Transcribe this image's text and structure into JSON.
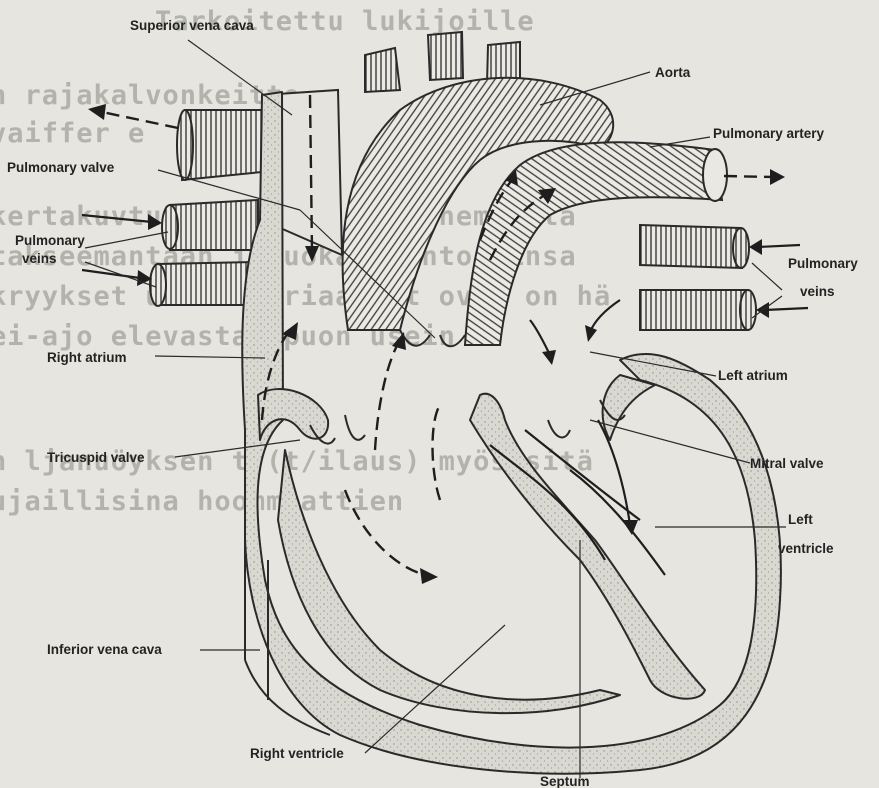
{
  "background_text": [
    "Tarkoitettu lukijoille",
    "n  rajakalvonkeitto",
    "  vaiffer e",
    "   kertakuvtuu on tuttu o vanhemmista",
    "    takseemantään i ruokavalintoihinsa",
    "   kryykset uudet variaatiot ovat on hä",
    "   ei-ajo elevasta äpuon usein",
    "n ljanuöyksen t (t/ilaus) myös sitä",
    "ujaillisina hoommaattien"
  ],
  "labels": {
    "superior_vena_cava": "Superior vena cava",
    "aorta": "Aorta",
    "pulmonary_artery": "Pulmonary artery",
    "pulmonary_valve": "Pulmonary valve",
    "pulmonary_veins_left_line1": "Pulmonary",
    "pulmonary_veins_left_line2": "veins",
    "pulmonary_veins_right_line1": "Pulmonary",
    "pulmonary_veins_right_line2": "veins",
    "right_atrium": "Right atrium",
    "left_atrium": "Left atrium",
    "tricuspid_valve": "Tricuspid valve",
    "mitral_valve": "Mitral valve",
    "left_ventricle_line1": "Left",
    "left_ventricle_line2": "ventricle",
    "inferior_vena_cava": "Inferior vena cava",
    "right_ventricle": "Right ventricle",
    "septum": "Septum"
  }
}
